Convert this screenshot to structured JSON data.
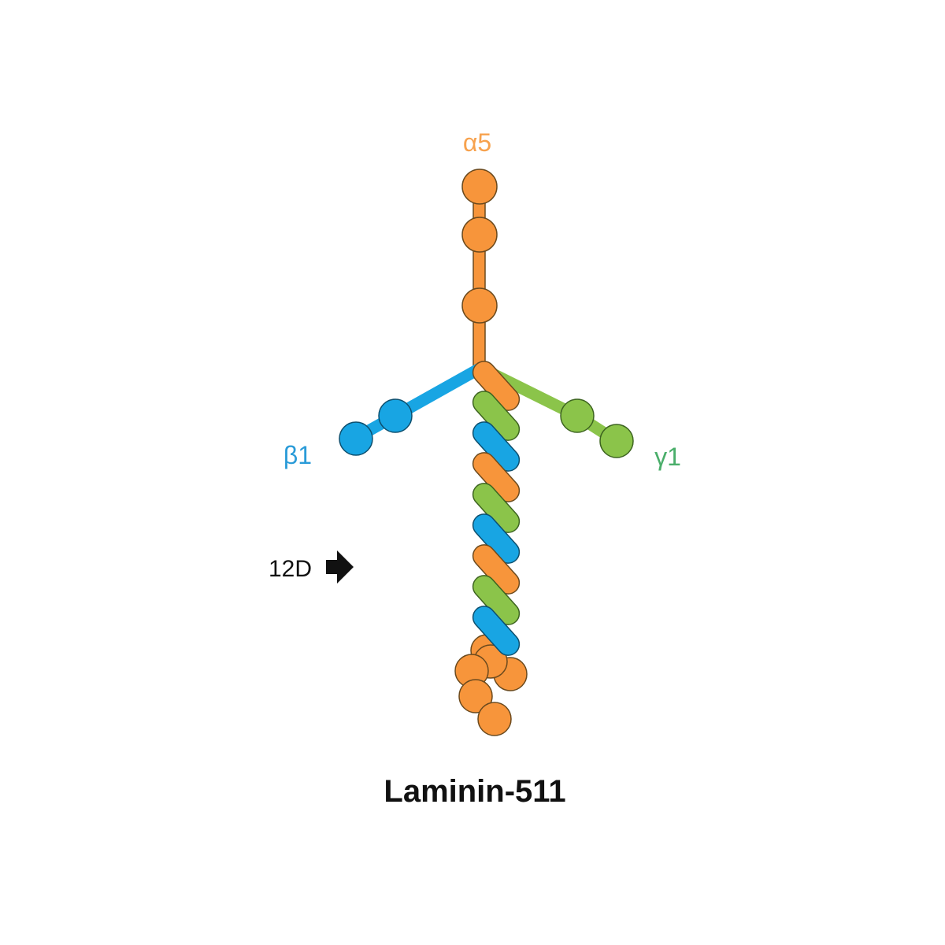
{
  "diagram": {
    "title": "Laminin-511",
    "marker": {
      "label": "12D",
      "icon": "right-arrow-icon"
    },
    "chains": {
      "alpha": {
        "label": "α5",
        "color": "#f7953b"
      },
      "beta": {
        "label": "β1",
        "color": "#18a5e3"
      },
      "gamma": {
        "label": "γ1",
        "color": "#8bc44a"
      }
    },
    "label_colors": {
      "alpha": "#f7a24e",
      "beta": "#2a9bd8",
      "gamma": "#4aae6a"
    }
  }
}
